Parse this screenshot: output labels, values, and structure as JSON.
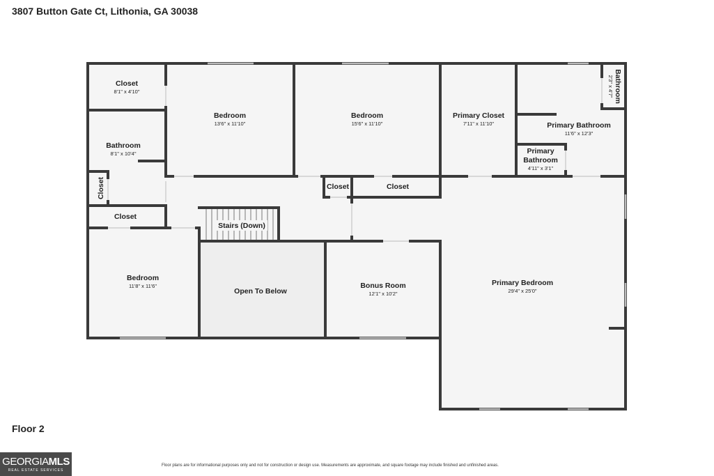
{
  "header": {
    "address": "3807 Button Gate Ct, Lithonia, GA 30038"
  },
  "floor": {
    "label": "Floor 2"
  },
  "rooms": [
    {
      "id": "closet-1",
      "name": "Closet",
      "dims": "8'1\" x 4'10\""
    },
    {
      "id": "bedroom-1",
      "name": "Bedroom",
      "dims": "13'6\" x 11'10\""
    },
    {
      "id": "bedroom-2",
      "name": "Bedroom",
      "dims": "15'6\" x 11'10\""
    },
    {
      "id": "primary-closet",
      "name": "Primary Closet",
      "dims": "7'11\" x 11'10\""
    },
    {
      "id": "primary-bathroom",
      "name": "Primary Bathroom",
      "dims": "11'6\" x 12'3\""
    },
    {
      "id": "bathroom-small",
      "name": "Bathroom",
      "dims": "2'3\" x 4'7\""
    },
    {
      "id": "bathroom-1",
      "name": "Bathroom",
      "dims": "8'1\" x 10'4\""
    },
    {
      "id": "closet-vertical",
      "name": "Closet",
      "dims": ""
    },
    {
      "id": "closet-2",
      "name": "Closet",
      "dims": ""
    },
    {
      "id": "closet-3",
      "name": "Closet",
      "dims": ""
    },
    {
      "id": "closet-4",
      "name": "Closet",
      "dims": ""
    },
    {
      "id": "primary-bathroom-2",
      "name_line1": "Primary",
      "name_line2": "Bathroom",
      "dims": "4'11\" x 3'1\""
    },
    {
      "id": "stairs",
      "name": "Stairs (Down)",
      "dims": ""
    },
    {
      "id": "bedroom-3",
      "name": "Bedroom",
      "dims": "11'8\" x 11'6\""
    },
    {
      "id": "open-to-below",
      "name": "Open To Below",
      "dims": ""
    },
    {
      "id": "bonus-room",
      "name": "Bonus Room",
      "dims": "12'1\" x 10'2\""
    },
    {
      "id": "primary-bedroom",
      "name": "Primary Bedroom",
      "dims": "29'4\" x 25'0\""
    }
  ],
  "footer": {
    "disclaimer": "Floor plans are for informational purposes only and not for construction or design use. Measurements are approximate, and square footage may include finished and unfinished areas.",
    "logo_main": "GEORGIA",
    "logo_main_bold": "MLS",
    "logo_sub": "REAL ESTATE SERVICES"
  },
  "colors": {
    "wall": "#3a3a3a",
    "floor": "#f5f5f5",
    "open_area": "#eeeeee",
    "window": "#bbbbbb",
    "logo_bg": "#4a4a4a"
  }
}
